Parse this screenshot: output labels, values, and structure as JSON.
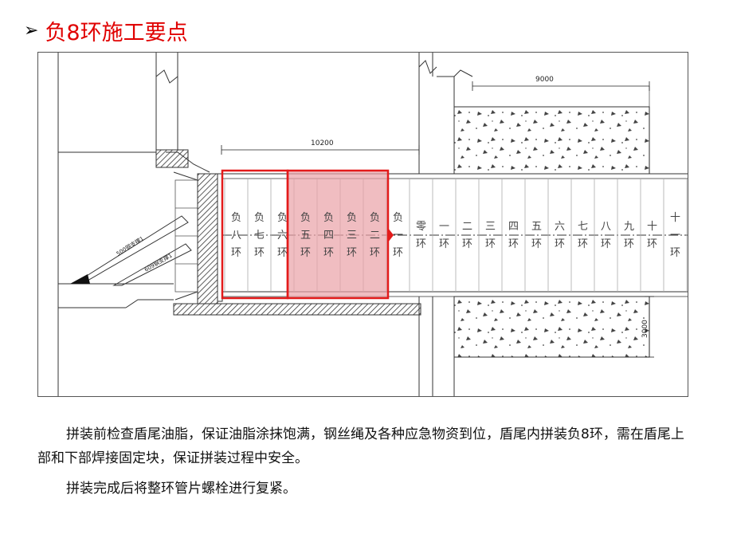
{
  "title": {
    "arrow": "➢",
    "text": "负8环施工要点"
  },
  "drawing": {
    "dim_top_right": "9000",
    "dim_top_left": "10200",
    "dim_right_vertical": "3000",
    "brace_upper": "500钢支撑1",
    "brace_lower": "609钢支撑1",
    "rings": [
      [
        "负",
        "八",
        "环"
      ],
      [
        "负",
        "七",
        "环"
      ],
      [
        "负",
        "六",
        "环"
      ],
      [
        "负",
        "五",
        "环"
      ],
      [
        "负",
        "四",
        "环"
      ],
      [
        "负",
        "三",
        "环"
      ],
      [
        "负",
        "二",
        "环"
      ],
      [
        "负",
        "一",
        "环"
      ],
      [
        "零",
        "环"
      ],
      [
        "一",
        "环"
      ],
      [
        "二",
        "环"
      ],
      [
        "三",
        "环"
      ],
      [
        "四",
        "环"
      ],
      [
        "五",
        "环"
      ],
      [
        "六",
        "环"
      ],
      [
        "七",
        "环"
      ],
      [
        "八",
        "环"
      ],
      [
        "九",
        "环"
      ],
      [
        "十",
        "环"
      ],
      [
        "十",
        "一",
        "环"
      ]
    ],
    "colors": {
      "highlight_border": "#e31b1b",
      "highlight_fill": "#e9a1a6"
    }
  },
  "paragraph1": "拼装前检查盾尾油脂，保证油脂涂抹饱满，钢丝绳及各种应急物资到位，盾尾内拼装负8环，需在盾尾上部和下部焊接固定块，保证拼装过程中安全。",
  "paragraph2": "拼装完成后将整环管片螺栓进行复紧。"
}
